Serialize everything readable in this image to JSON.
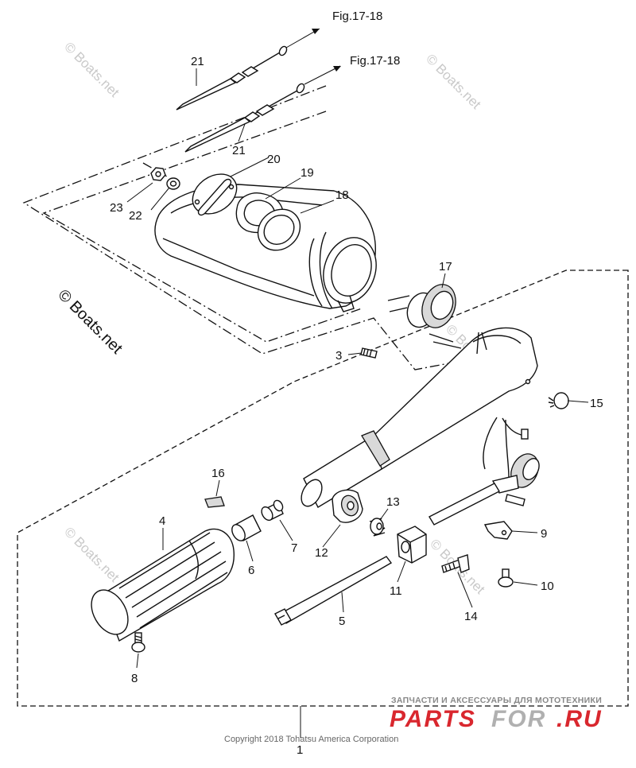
{
  "figure_refs": {
    "upper": "Fig.17-18",
    "lower": "Fig.17-18"
  },
  "callouts": {
    "p1": "1",
    "p3": "3",
    "p4": "4",
    "p5": "5",
    "p6": "6",
    "p7": "7",
    "p8": "8",
    "p9": "9",
    "p10": "10",
    "p11": "11",
    "p12": "12",
    "p13": "13",
    "p14": "14",
    "p15": "15",
    "p16": "16",
    "p17": "17",
    "p18": "18",
    "p19": "19",
    "p20": "20",
    "p21a": "21",
    "p21b": "21",
    "p22": "22",
    "p23": "23"
  },
  "watermarks": {
    "main": "© Boats.net",
    "faint": "© Boats.net"
  },
  "footer": {
    "copyright": "Copyright 2018 Tohatsu America Corporation",
    "promo": "ЗАПЧАСТИ И АКСЕССУАРЫ ДЛЯ МОТОТЕХНИКИ",
    "brand_a": "PARTS",
    "brand_b": "FOR",
    "brand_c": ".RU"
  },
  "colors": {
    "line": "#111111",
    "brand_red": "#d9272e",
    "brand_grey": "#b0b0b0"
  }
}
